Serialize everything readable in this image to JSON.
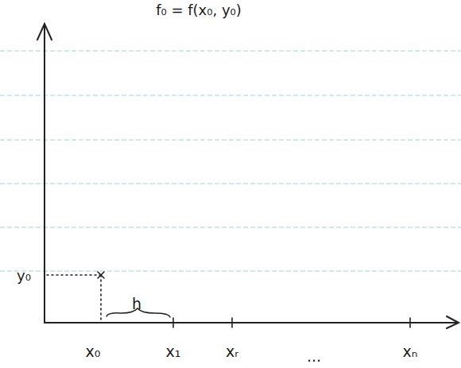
{
  "diagram": {
    "labels": [
      "f₀ = f(x₀, y₀)",
      "y₀",
      "h",
      "x₀",
      "x₁",
      "xᵣ",
      "...",
      "xₙ"
    ]
  }
}
